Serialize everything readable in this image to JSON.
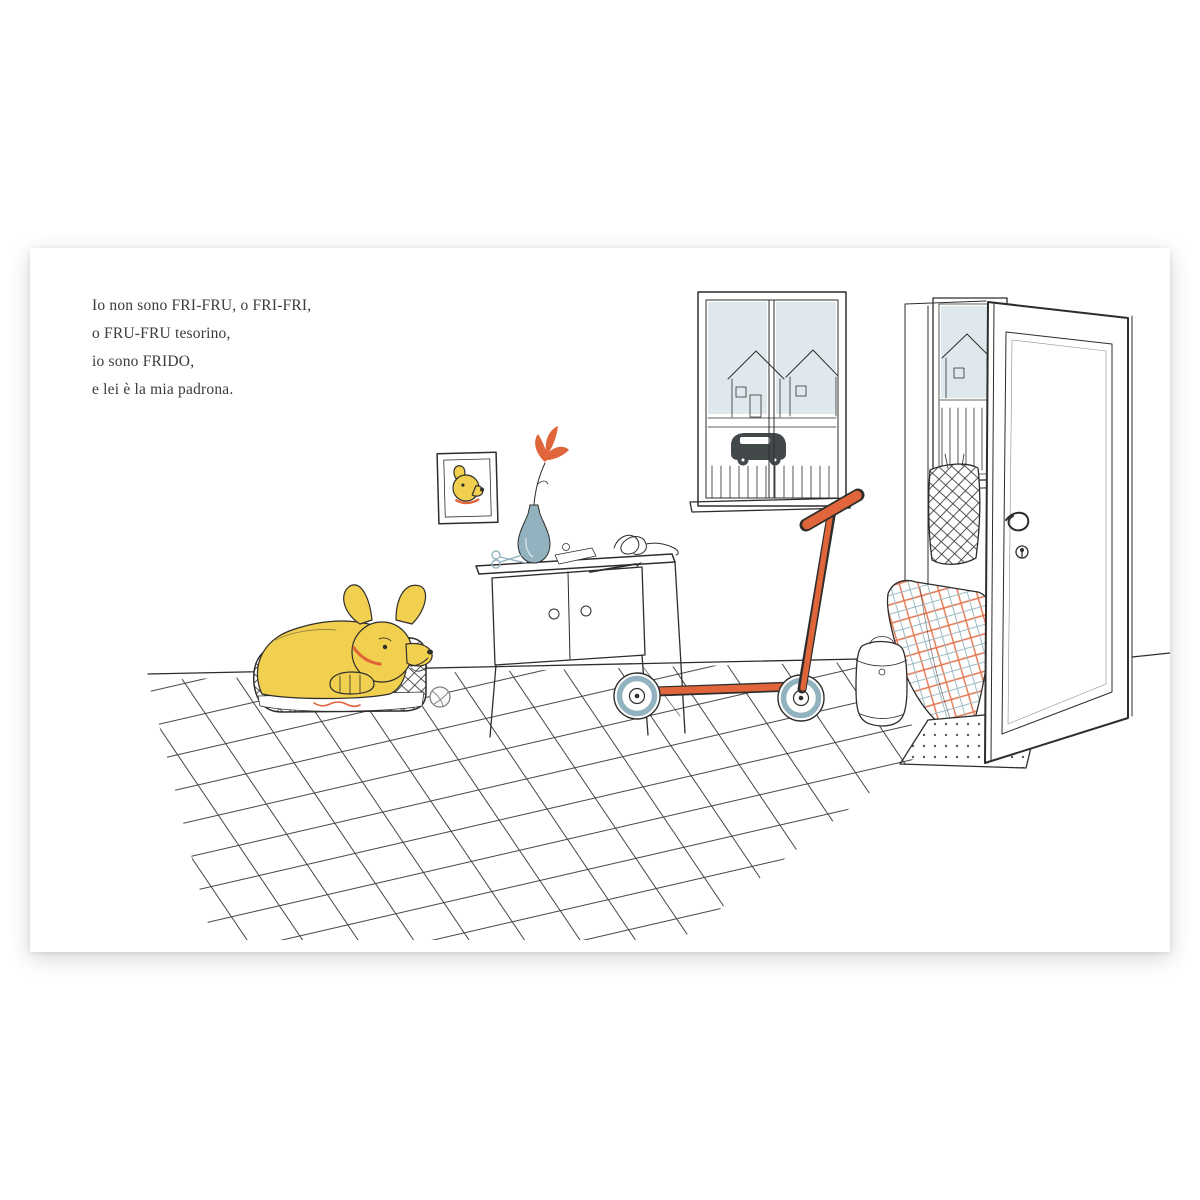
{
  "book_page": {
    "text_block": {
      "lines": [
        "Io non sono FRI-FRU, o FRI-FRI,",
        "o FRU-FRU tesorino,",
        "io sono FRIDO,",
        "e lei è la mia padrona."
      ]
    },
    "illustration": {
      "alt": "A yellow dog lying in a crosshatched dog basket beside a small cabinet with a vase and orange flower, a framed dog portrait on the wall, a window showing houses and a car, an orange kick scooter, and an open white door with a plaid coat and bags in the hallway.",
      "colors": {
        "ink": "#2e2d2b",
        "dog_yellow": "#f1cf4f",
        "accent_orange": "#e0653a",
        "blue_gray": "#93b2bf",
        "sky_blue": "#dfe9ed",
        "car_gray": "#43484b",
        "text_color": "#3b3b3b"
      }
    }
  }
}
